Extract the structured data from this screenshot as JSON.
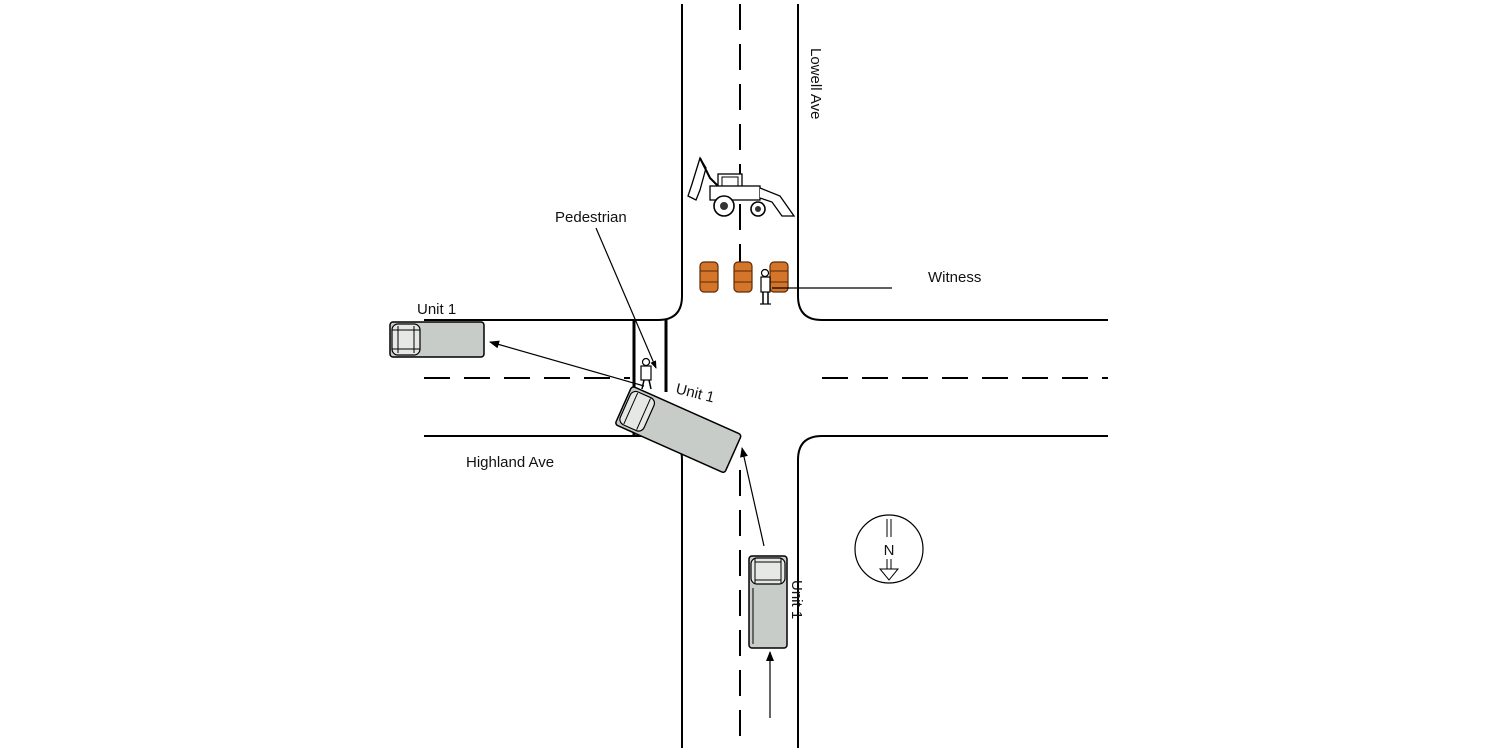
{
  "streets": {
    "north_south": "Lowell Ave",
    "east_west": "Highland Ave"
  },
  "labels": {
    "pedestrian": "Pedestrian",
    "witness": "Witness",
    "unit_west": "Unit 1",
    "unit_center": "Unit 1",
    "unit_south": "Unit 1"
  },
  "compass": {
    "letter": "N"
  },
  "colors": {
    "vehicle": "#c8ccc8",
    "barrel": "#d4752a",
    "road_lines": "#000000"
  },
  "icons": [
    "backhoe-icon",
    "barrel-icon",
    "pedestrian-icon",
    "witness-icon",
    "vehicle-icon",
    "north-arrow-icon"
  ]
}
